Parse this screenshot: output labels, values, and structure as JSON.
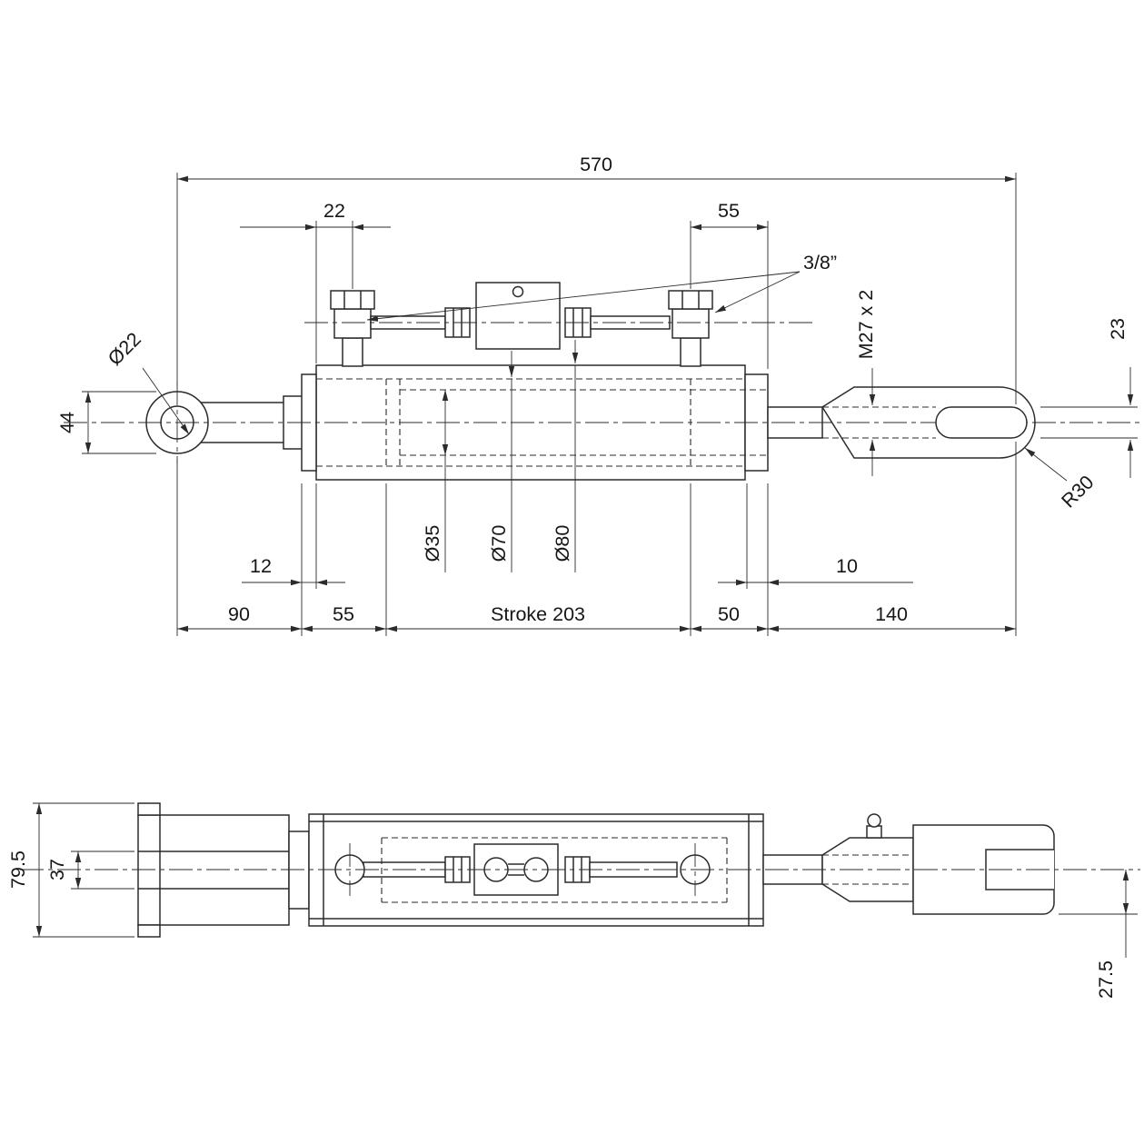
{
  "style": {
    "line_color": "#2b2b2b",
    "background": "#ffffff"
  },
  "dimensions": {
    "overall_length": "570",
    "left_port_offset": "22",
    "right_port_offset": "55",
    "port_thread": "3/8”",
    "rod_thread": "M27 x 2",
    "clevis_slot_width": "23",
    "eye_bore_diameter": "Ø22",
    "eye_width": "44",
    "clevis_end_radius": "R30",
    "rod_diameter": "Ø35",
    "bore_diameter": "Ø70",
    "body_outer_diameter": "Ø80",
    "left_gland_length": "12",
    "eye_center_to_body": "90",
    "left_head_length": "55",
    "stroke_label": "Stroke 203",
    "right_cap_length": "50",
    "right_cap_offset": "10",
    "clevis_length": "140",
    "fork_overall_width": "79.5",
    "fork_gap_width": "37",
    "clevis_half_width": "27.5"
  }
}
